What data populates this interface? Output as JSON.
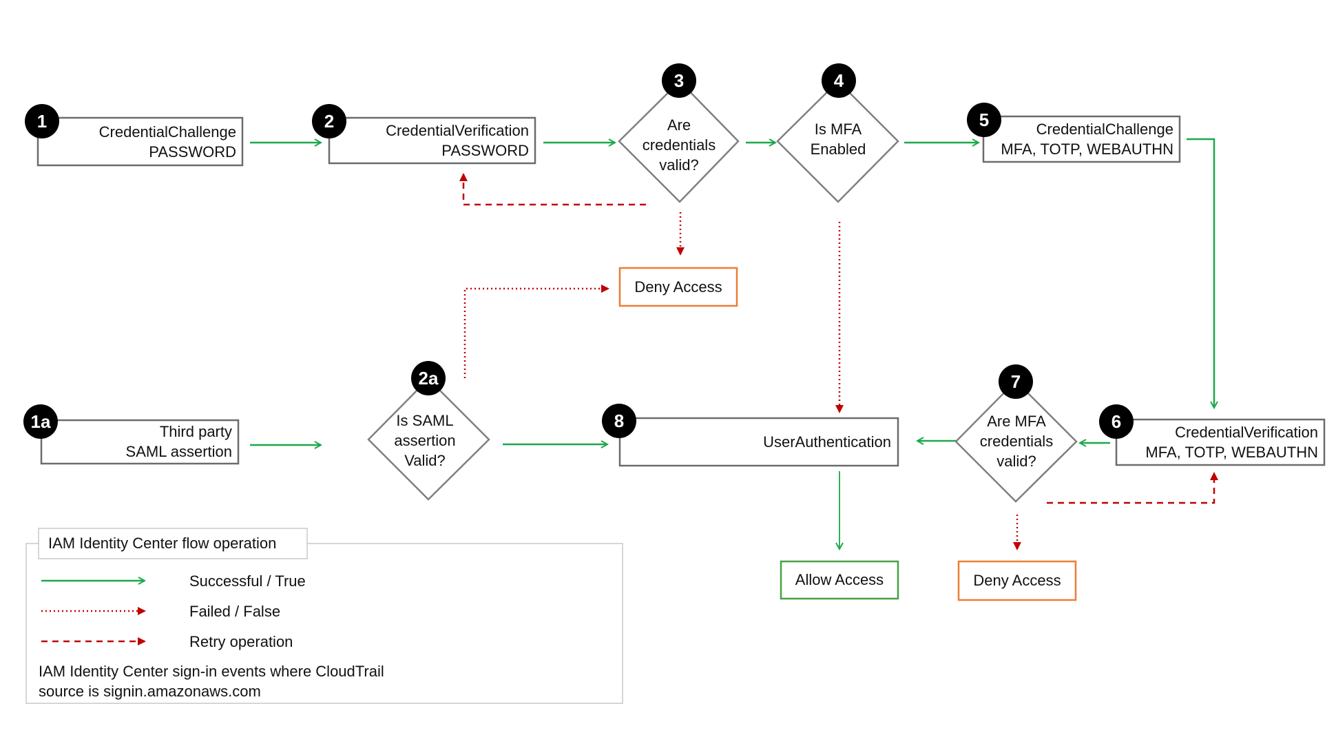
{
  "colors": {
    "success": "#1aa84a",
    "failed": "#c00000",
    "box_border": "#6b6b6b",
    "deny_border": "#ed7d31",
    "allow_border": "#44a340",
    "badge_fill": "#000000"
  },
  "nodes": {
    "n1": {
      "badge": "1",
      "line1": "CredentialChallenge",
      "line2": "PASSWORD"
    },
    "n2": {
      "badge": "2",
      "line1": "CredentialVerification",
      "line2": "PASSWORD"
    },
    "n3": {
      "badge": "3",
      "line1": "Are",
      "line2": "credentials",
      "line3": "valid?"
    },
    "n4": {
      "badge": "4",
      "line1": "Is MFA",
      "line2": "Enabled"
    },
    "n5": {
      "badge": "5",
      "line1": "CredentialChallenge",
      "line2": "MFA, TOTP, WEBAUTHN"
    },
    "n1a": {
      "badge": "1a",
      "line1": "Third party",
      "line2": "SAML assertion"
    },
    "n2a": {
      "badge": "2a",
      "line1": "Is SAML",
      "line2": "assertion",
      "line3": "Valid?"
    },
    "n8": {
      "badge": "8",
      "label": "UserAuthentication"
    },
    "n7": {
      "badge": "7",
      "line1": "Are MFA",
      "line2": "credentials",
      "line3": "valid?"
    },
    "n6": {
      "badge": "6",
      "line1": "CredentialVerification",
      "line2": "MFA, TOTP, WEBAUTHN"
    },
    "deny_top": {
      "label": "Deny Access"
    },
    "deny_bottom": {
      "label": "Deny Access"
    },
    "allow": {
      "label": "Allow Access"
    }
  },
  "legend": {
    "title": "IAM Identity Center flow operation",
    "items": [
      {
        "style": "solid",
        "label": "Successful / True"
      },
      {
        "style": "dotted",
        "label": "Failed / False"
      },
      {
        "style": "dashed",
        "label": "Retry operation"
      }
    ],
    "note_line1": "IAM Identity Center sign-in events where CloudTrail",
    "note_line2": "source is signin.amazonaws.com"
  }
}
